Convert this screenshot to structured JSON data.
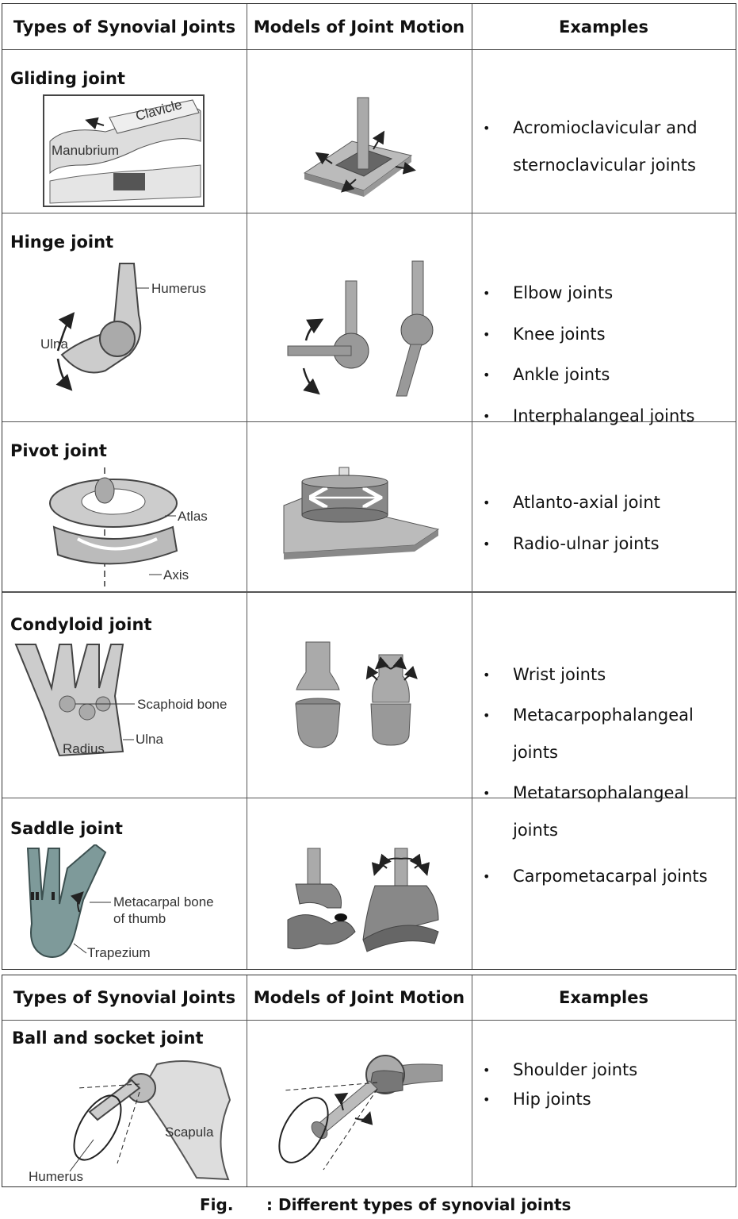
{
  "header": {
    "col1": "Types of Synovial Joints",
    "col2": "Models of Joint Motion",
    "col3": "Examples"
  },
  "rows": [
    {
      "type": "Gliding joint",
      "labels": [
        "Clavicle",
        "Manubrium"
      ],
      "examples": [
        "Acromioclavicular and",
        "sternoclavicular joints"
      ]
    },
    {
      "type": "Hinge joint",
      "labels": [
        "Humerus",
        "Ulna"
      ],
      "examples": [
        "Elbow joints",
        "Knee joints",
        "Ankle joints",
        "Interphalangeal joints"
      ]
    },
    {
      "type": "Pivot joint",
      "labels": [
        "Atlas",
        "Axis"
      ],
      "examples": [
        "Atlanto-axial joint",
        "Radio-ulnar joints"
      ]
    },
    {
      "type": "Condyloid joint",
      "labels": [
        "Scaphoid bone",
        "Ulna",
        "Radius"
      ],
      "examples": [
        "Wrist joints",
        "Metacarpophalangeal",
        "joints",
        "Metatarsophalangeal joints"
      ]
    },
    {
      "type": "Saddle joint",
      "labels": [
        "Metacarpal bone",
        "of thumb",
        "Trapezium"
      ],
      "examples": [
        "Carpometacarpal joints"
      ]
    },
    {
      "type": "Ball and socket joint",
      "labels": [
        "Scapula",
        "Humerus"
      ],
      "examples": [
        "Shoulder joints",
        "Hip joints"
      ]
    }
  ],
  "bullet": "•",
  "caption": {
    "fig": "Fig.",
    "text": ": Different types of synovial joints"
  }
}
